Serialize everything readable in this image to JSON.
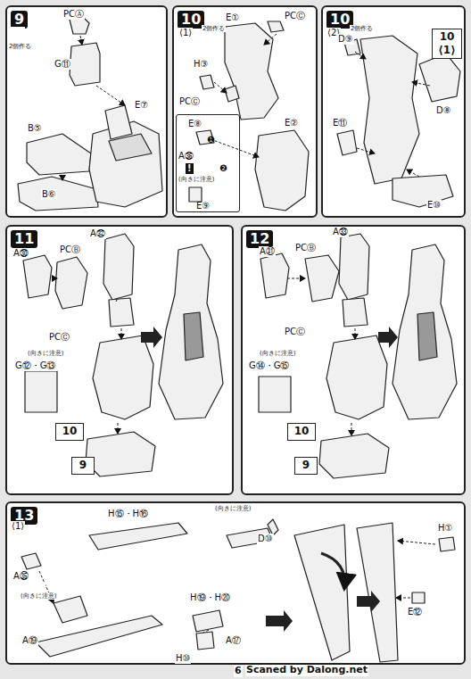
{
  "diagram": {
    "nodes": [
      {
        "text": [
          "9"
        ]
      },
      {
        "text": [
          "10"
        ]
      },
      {
        "text": [
          "E⑧",
          "A㊱",
          "!",
          "(向きに注意)",
          "E⑨",
          "❶",
          "❷"
        ],
        "in": 1
      },
      {
        "text": [
          "10"
        ]
      },
      {
        "text": [
          "10",
          "⟨1⟩"
        ],
        "in": 3
      },
      {
        "text": [
          "11"
        ]
      },
      {
        "text": [
          "10"
        ],
        "in": 5
      },
      {
        "text": [
          "9"
        ],
        "in": 5
      },
      {
        "text": [
          "12"
        ]
      },
      {
        "text": [
          "10"
        ],
        "in": 8
      },
      {
        "text": [
          "9"
        ],
        "in": 8
      },
      {
        "text": [
          "13"
        ]
      }
    ],
    "labels": [
      "×2",
      "2個作る",
      "PCⒶ",
      "G⑪",
      "B⑤",
      "B⑥",
      "E⑦",
      "×2",
      "⟨1⟩",
      "2個作る",
      "E①",
      "PCⒸ",
      "H③",
      "PCⒸ",
      "E②",
      "×2",
      "⟨2⟩",
      "2個作る",
      "D⑨",
      "D⑧",
      "E⑪",
      "E⑩",
      "A㉜",
      "A㉚",
      "PCⒷ",
      "PCⒸ",
      "G⑫・G⑬",
      "!",
      "(向きに注意)",
      "A㉝",
      "PCⒷ",
      "A㉛",
      "PCⒸ",
      "(向きに注意)",
      "G⑭・G⑮",
      "!",
      "⟨1⟩",
      "H⑮・H⑯",
      "A㉟",
      "!",
      "(向きに注意)",
      "(向きに注意)",
      "!",
      "D⑩",
      "H⑲・H⑳",
      "!",
      "A⑲",
      "H⑩",
      "A⑰",
      "H①",
      "E⑫",
      "6",
      "Scaned by Dalong.net"
    ]
  }
}
